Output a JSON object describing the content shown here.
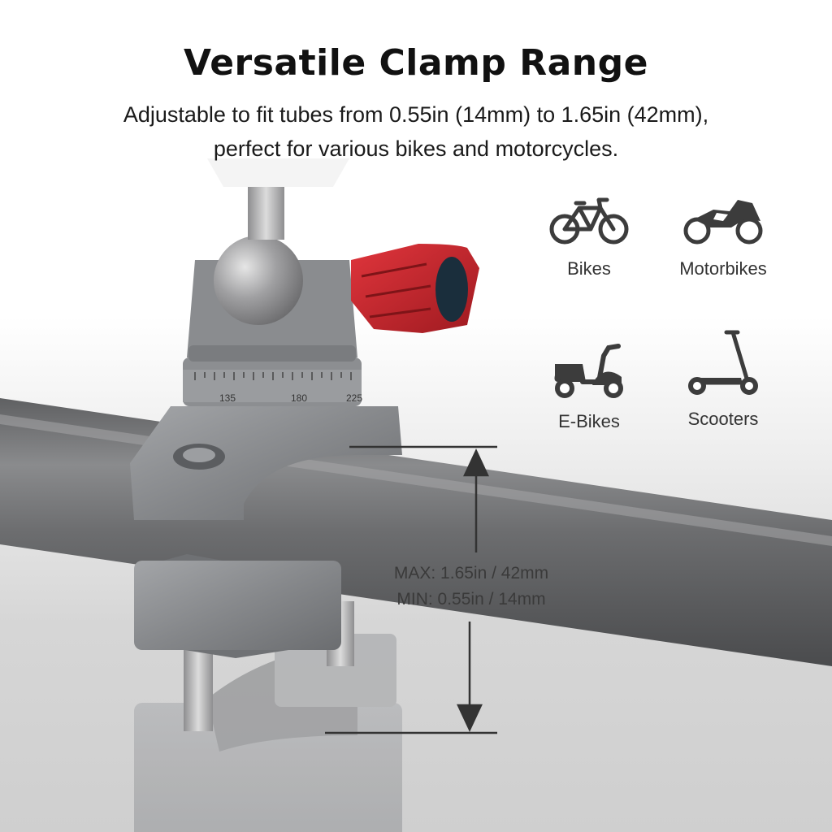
{
  "title": "Versatile Clamp Range",
  "subtitle_line1": "Adjustable to fit tubes from 0.55in (14mm) to 1.65in (42mm),",
  "subtitle_line2": "perfect for various bikes and motorcycles.",
  "vehicles": [
    {
      "label": "Bikes",
      "icon": "bicycle-icon"
    },
    {
      "label": "Motorbikes",
      "icon": "motorbike-icon"
    },
    {
      "label": "E-Bikes",
      "icon": "e-bike-icon"
    },
    {
      "label": "Scooters",
      "icon": "scooter-icon"
    }
  ],
  "measurement": {
    "max": "MAX: 1.65in / 42mm",
    "min": "MIN: 0.55in / 14mm"
  },
  "dial_ticks": [
    "135",
    "180",
    "225"
  ],
  "colors": {
    "knob_red": "#c8202a",
    "metal_gray": "#8a8c8f",
    "icon_dark": "#3c3c3c",
    "text_dark": "#111111"
  }
}
